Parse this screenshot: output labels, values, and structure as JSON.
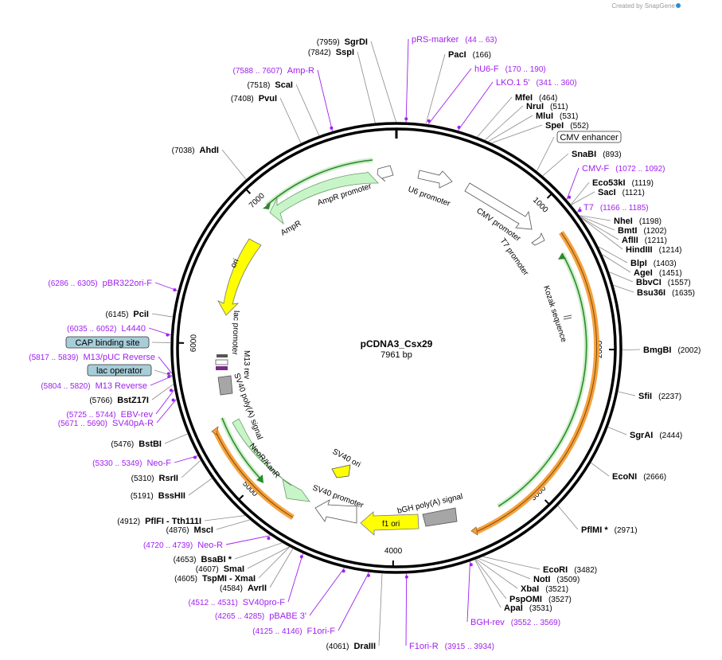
{
  "branding": "Created by SnapGene",
  "plasmid": {
    "name": "pCDNA3_Csx29",
    "size_label": "7961 bp",
    "length": 7961
  },
  "colors": {
    "primer": "#a020f0",
    "ampr": "#c7f5c7",
    "ori": "#ffff00",
    "cds": "#4db848",
    "orange": "#f6a13b",
    "grey": "#a6a6a6",
    "blue_box": "#a7cdd9"
  },
  "ticks": [
    {
      "pos": 1000,
      "label": "1000"
    },
    {
      "pos": 2000,
      "label": "2000"
    },
    {
      "pos": 3000,
      "label": "3000"
    },
    {
      "pos": 4000,
      "label": "4000"
    },
    {
      "pos": 5000,
      "label": "5000"
    },
    {
      "pos": 6000,
      "label": "6000"
    },
    {
      "pos": 7000,
      "label": "7000"
    }
  ],
  "labels": [
    {
      "text": "(7959)",
      "name": "SgrDI",
      "kind": "enzyme-left"
    },
    {
      "text": "(7842)",
      "name": "SspI",
      "kind": "enzyme-left"
    },
    {
      "text": "(7588 .. 7607)",
      "name": "Amp-R",
      "kind": "primer-left"
    },
    {
      "text": "(7518)",
      "name": "ScaI",
      "kind": "enzyme-left"
    },
    {
      "text": "(7408)",
      "name": "PvuI",
      "kind": "enzyme-left"
    },
    {
      "text": "(7038)",
      "name": "AhdI",
      "kind": "enzyme-left"
    },
    {
      "text": "(6286 .. 6305)",
      "name": "pBR322ori-F",
      "kind": "primer-left"
    },
    {
      "text": "(6145)",
      "name": "PciI",
      "kind": "enzyme-left"
    },
    {
      "text": "(6035 .. 6052)",
      "name": "L4440",
      "kind": "primer-left"
    },
    {
      "text": "",
      "name": "CAP binding site",
      "kind": "box-left"
    },
    {
      "text": "(5817 .. 5839)",
      "name": "M13/pUC Reverse",
      "kind": "primer-left"
    },
    {
      "text": "",
      "name": "lac operator",
      "kind": "box-left"
    },
    {
      "text": "(5804 .. 5820)",
      "name": "M13 Reverse",
      "kind": "primer-left"
    },
    {
      "text": "(5766)",
      "name": "BstZ17I",
      "kind": "enzyme-left"
    },
    {
      "text": "(5725 .. 5744)",
      "name": "EBV-rev",
      "kind": "primer-left"
    },
    {
      "text": "(5671 .. 5690)",
      "name": "SV40pA-R",
      "kind": "primer-left"
    },
    {
      "text": "(5476)",
      "name": "BstBI",
      "kind": "enzyme-left"
    },
    {
      "text": "(5330 .. 5349)",
      "name": "Neo-F",
      "kind": "primer-left"
    },
    {
      "text": "(5310)",
      "name": "RsrII",
      "kind": "enzyme-left"
    },
    {
      "text": "(5191)",
      "name": "BssHII",
      "kind": "enzyme-left"
    },
    {
      "text": "(4912)",
      "name": "PflFI - Tth111I",
      "kind": "enzyme-left"
    },
    {
      "text": "(4876)",
      "name": "MscI",
      "kind": "enzyme-left"
    },
    {
      "text": "(4720 .. 4739)",
      "name": "Neo-R",
      "kind": "primer-left"
    },
    {
      "text": "(4653)",
      "name": "BsaBI *",
      "kind": "enzyme-left"
    },
    {
      "text": "(4607)",
      "name": "SmaI",
      "kind": "enzyme-left"
    },
    {
      "text": "(4605)",
      "name": "TspMI - XmaI",
      "kind": "enzyme-left"
    },
    {
      "text": "(4584)",
      "name": "AvrII",
      "kind": "enzyme-left"
    },
    {
      "text": "(4512 .. 4531)",
      "name": "SV40pro-F",
      "kind": "primer-left"
    },
    {
      "text": "(4265 .. 4285)",
      "name": "pBABE 3'",
      "kind": "primer-left"
    },
    {
      "text": "(4125 .. 4146)",
      "name": "F1ori-F",
      "kind": "primer-left"
    },
    {
      "text": "(4061)",
      "name": "DraIII",
      "kind": "enzyme-left"
    },
    {
      "text": "(3915 .. 3934)",
      "name": "F1ori-R",
      "kind": "primer-right"
    },
    {
      "text": "(3552 .. 3569)",
      "name": "BGH-rev",
      "kind": "primer-right"
    },
    {
      "text": "(3531)",
      "name": "ApaI",
      "kind": "enzyme-right"
    },
    {
      "text": "(3527)",
      "name": "PspOMI",
      "kind": "enzyme-right"
    },
    {
      "text": "(3521)",
      "name": "XbaI",
      "kind": "enzyme-right"
    },
    {
      "text": "(3509)",
      "name": "NotI",
      "kind": "enzyme-right"
    },
    {
      "text": "(3482)",
      "name": "EcoRI",
      "kind": "enzyme-right"
    },
    {
      "text": "(2971)",
      "name": "PflMI *",
      "kind": "enzyme-right"
    },
    {
      "text": "(2666)",
      "name": "EcoNI",
      "kind": "enzyme-right"
    },
    {
      "text": "(2444)",
      "name": "SgrAI",
      "kind": "enzyme-right"
    },
    {
      "text": "(2237)",
      "name": "SfiI",
      "kind": "enzyme-right"
    },
    {
      "text": "(2002)",
      "name": "BmgBI",
      "kind": "enzyme-right"
    },
    {
      "text": "(1635)",
      "name": "Bsu36I",
      "kind": "enzyme-right"
    },
    {
      "text": "(1557)",
      "name": "BbvCI",
      "kind": "enzyme-right"
    },
    {
      "text": "(1451)",
      "name": "AgeI",
      "kind": "enzyme-right"
    },
    {
      "text": "(1403)",
      "name": "BlpI",
      "kind": "enzyme-right"
    },
    {
      "text": "(1214)",
      "name": "HindIII",
      "kind": "enzyme-right"
    },
    {
      "text": "(1211)",
      "name": "AflII",
      "kind": "enzyme-right"
    },
    {
      "text": "(1202)",
      "name": "BmtI",
      "kind": "enzyme-right"
    },
    {
      "text": "(1198)",
      "name": "NheI",
      "kind": "enzyme-right"
    },
    {
      "text": "(1166 .. 1185)",
      "name": "T7",
      "kind": "primer-right"
    },
    {
      "text": "(1121)",
      "name": "SacI",
      "kind": "enzyme-right"
    },
    {
      "text": "(1119)",
      "name": "Eco53kI",
      "kind": "enzyme-right"
    },
    {
      "text": "(1072 .. 1092)",
      "name": "CMV-F",
      "kind": "primer-right"
    },
    {
      "text": "(893)",
      "name": "SnaBI",
      "kind": "enzyme-right"
    },
    {
      "text": "",
      "name": "CMV enhancer",
      "kind": "box-right"
    },
    {
      "text": "(552)",
      "name": "SpeI",
      "kind": "enzyme-right"
    },
    {
      "text": "(531)",
      "name": "MluI",
      "kind": "enzyme-right"
    },
    {
      "text": "(511)",
      "name": "NruI",
      "kind": "enzyme-right"
    },
    {
      "text": "(464)",
      "name": "MfeI",
      "kind": "enzyme-right"
    },
    {
      "text": "(341 .. 360)",
      "name": "LKO.1 5'",
      "kind": "primer-right"
    },
    {
      "text": "(170 .. 190)",
      "name": "hU6-F",
      "kind": "primer-right"
    },
    {
      "text": "(166)",
      "name": "PacI",
      "kind": "enzyme-right"
    },
    {
      "text": "(44 .. 63)",
      "name": "pRS-marker",
      "kind": "primer-right"
    }
  ],
  "features": [
    {
      "name": "U6 promoter"
    },
    {
      "name": "CMV promoter"
    },
    {
      "name": "T7 promoter"
    },
    {
      "name": "Kozak sequence"
    },
    {
      "name": "bGH poly(A) signal"
    },
    {
      "name": "f1 ori"
    },
    {
      "name": "SV40 promoter"
    },
    {
      "name": "SV40 ori"
    },
    {
      "name": "NeoR/KanR"
    },
    {
      "name": "SV40 poly(A) signal"
    },
    {
      "name": "M13 rev"
    },
    {
      "name": "lac promoter"
    },
    {
      "name": "ori"
    },
    {
      "name": "AmpR"
    },
    {
      "name": "AmpR promoter"
    }
  ]
}
